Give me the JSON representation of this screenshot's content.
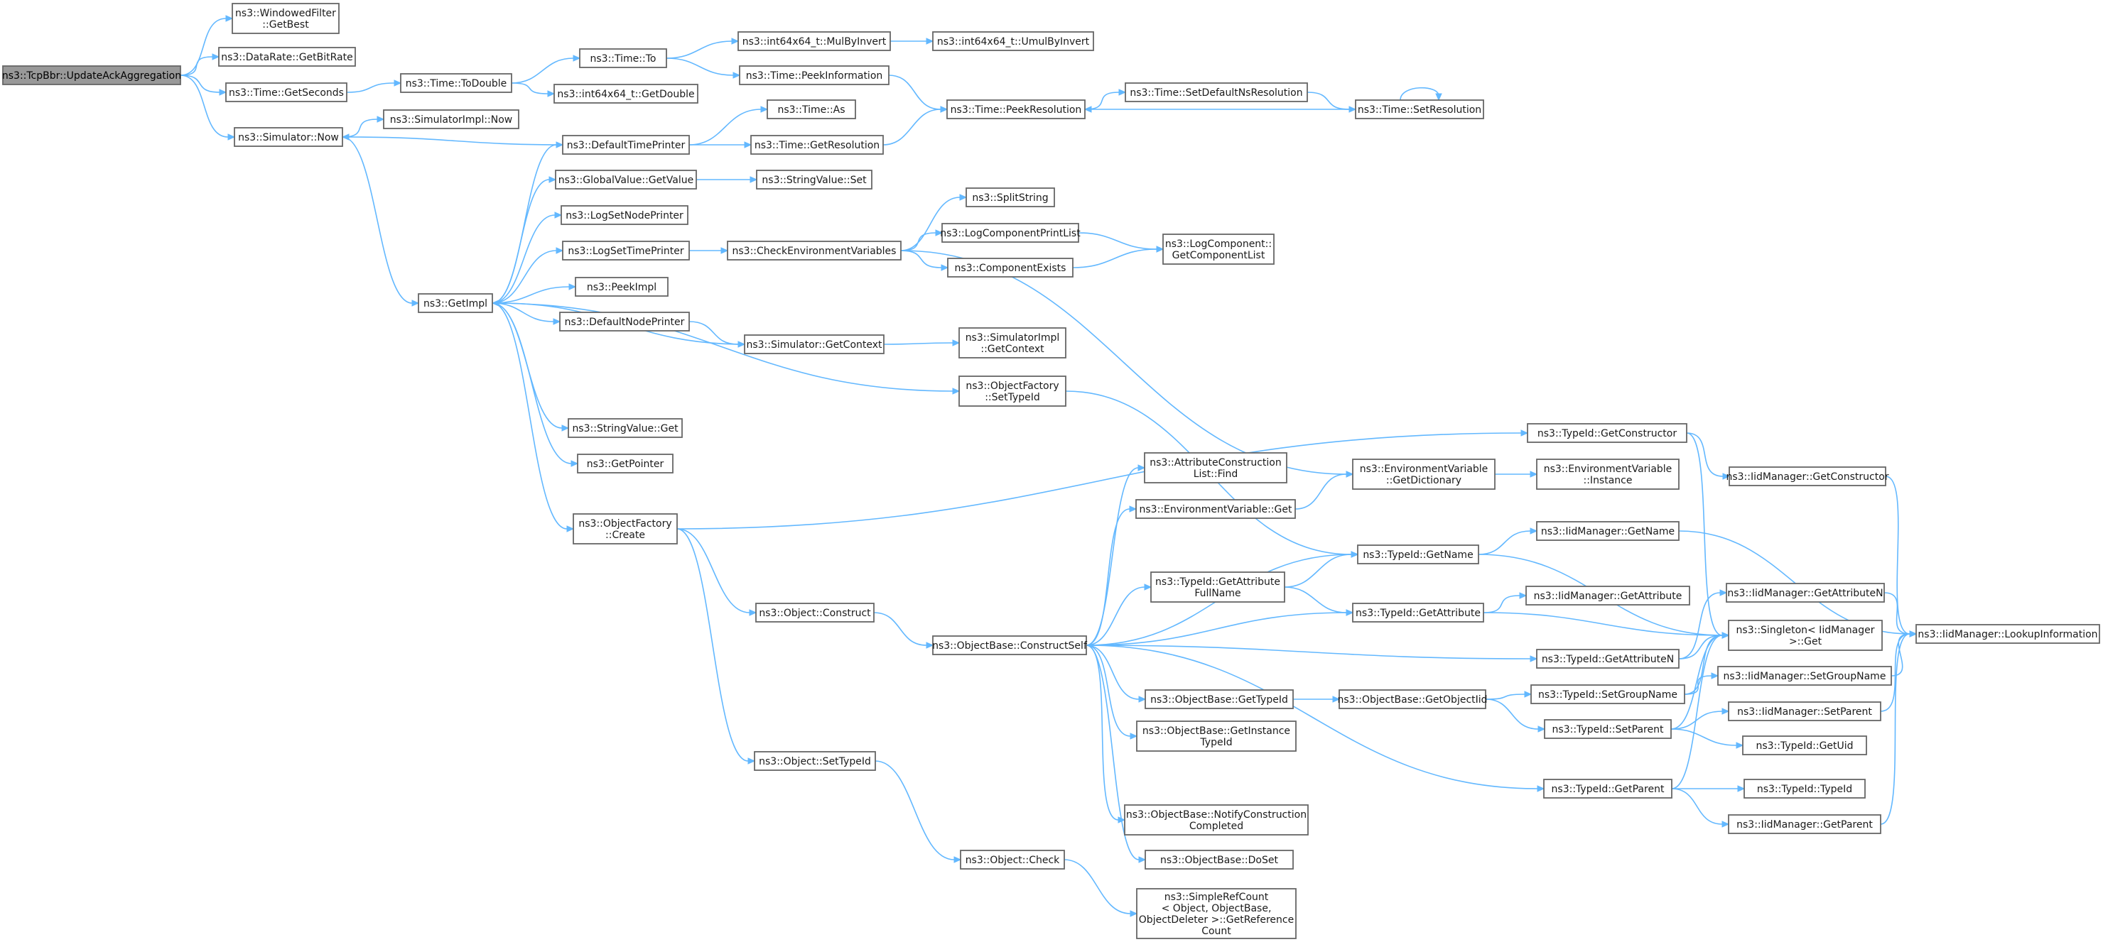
{
  "graph": {
    "title": "",
    "edge_color": "#63b8ff",
    "node_border_color": "#666666",
    "root_fill_color": "#999999",
    "nodes": [
      {
        "id": "root",
        "lines": [
          "ns3::TcpBbr::UpdateAckAggregation"
        ],
        "root": true
      },
      {
        "id": "wf",
        "lines": [
          "ns3::WindowedFilter",
          "::GetBest"
        ]
      },
      {
        "id": "dr",
        "lines": [
          "ns3::DataRate::GetBitRate"
        ]
      },
      {
        "id": "tgs",
        "lines": [
          "ns3::Time::GetSeconds"
        ]
      },
      {
        "id": "snow",
        "lines": [
          "ns3::Simulator::Now"
        ]
      },
      {
        "id": "ttd",
        "lines": [
          "ns3::Time::ToDouble"
        ]
      },
      {
        "id": "tto",
        "lines": [
          "ns3::Time::To"
        ]
      },
      {
        "id": "i64gd",
        "lines": [
          "ns3::int64x64_t::GetDouble"
        ]
      },
      {
        "id": "i64mul",
        "lines": [
          "ns3::int64x64_t::MulByInvert"
        ]
      },
      {
        "id": "i64umul",
        "lines": [
          "ns3::int64x64_t::UmulByInvert"
        ]
      },
      {
        "id": "tpi",
        "lines": [
          "ns3::Time::PeekInformation"
        ]
      },
      {
        "id": "tpr",
        "lines": [
          "ns3::Time::PeekResolution"
        ]
      },
      {
        "id": "tsdnr",
        "lines": [
          "ns3::Time::SetDefaultNsResolution"
        ]
      },
      {
        "id": "tsr",
        "lines": [
          "ns3::Time::SetResolution"
        ]
      },
      {
        "id": "tas",
        "lines": [
          "ns3::Time::As"
        ]
      },
      {
        "id": "simplnow",
        "lines": [
          "ns3::SimulatorImpl::Now"
        ]
      },
      {
        "id": "dtp",
        "lines": [
          "ns3::DefaultTimePrinter"
        ]
      },
      {
        "id": "tgr",
        "lines": [
          "ns3::Time::GetResolution"
        ]
      },
      {
        "id": "gvgv",
        "lines": [
          "ns3::GlobalValue::GetValue"
        ]
      },
      {
        "id": "svset",
        "lines": [
          "ns3::StringValue::Set"
        ]
      },
      {
        "id": "lsnp",
        "lines": [
          "ns3::LogSetNodePrinter"
        ]
      },
      {
        "id": "lstp",
        "lines": [
          "ns3::LogSetTimePrinter"
        ]
      },
      {
        "id": "cev",
        "lines": [
          "ns3::CheckEnvironmentVariables"
        ]
      },
      {
        "id": "split",
        "lines": [
          "ns3::SplitString"
        ]
      },
      {
        "id": "lcpl",
        "lines": [
          "ns3::LogComponentPrintList"
        ]
      },
      {
        "id": "lcgcl",
        "lines": [
          "ns3::LogComponent::",
          "GetComponentList"
        ]
      },
      {
        "id": "ce",
        "lines": [
          "ns3::ComponentExists"
        ]
      },
      {
        "id": "getimpl",
        "lines": [
          "ns3::GetImpl"
        ]
      },
      {
        "id": "peekimpl",
        "lines": [
          "ns3::PeekImpl"
        ]
      },
      {
        "id": "dnp",
        "lines": [
          "ns3::DefaultNodePrinter"
        ]
      },
      {
        "id": "sgc",
        "lines": [
          "ns3::Simulator::GetContext"
        ]
      },
      {
        "id": "simplgc",
        "lines": [
          "ns3::SimulatorImpl",
          "::GetContext"
        ]
      },
      {
        "id": "ofsti",
        "lines": [
          "ns3::ObjectFactory",
          "::SetTypeId"
        ]
      },
      {
        "id": "svget",
        "lines": [
          "ns3::StringValue::Get"
        ]
      },
      {
        "id": "gp",
        "lines": [
          "ns3::GetPointer"
        ]
      },
      {
        "id": "tigc",
        "lines": [
          "ns3::TypeId::GetConstructor"
        ]
      },
      {
        "id": "imgc",
        "lines": [
          "ns3::IidManager::GetConstructor"
        ]
      },
      {
        "id": "acl",
        "lines": [
          "ns3::AttributeConstruction",
          "List::Find"
        ]
      },
      {
        "id": "evgd",
        "lines": [
          "ns3::EnvironmentVariable",
          "::GetDictionary"
        ]
      },
      {
        "id": "evi",
        "lines": [
          "ns3::EnvironmentVariable",
          "::Instance"
        ]
      },
      {
        "id": "ofc",
        "lines": [
          "ns3::ObjectFactory",
          "::Create"
        ]
      },
      {
        "id": "evget",
        "lines": [
          "ns3::EnvironmentVariable::Get"
        ]
      },
      {
        "id": "tign",
        "lines": [
          "ns3::TypeId::GetName"
        ]
      },
      {
        "id": "imgn",
        "lines": [
          "ns3::IidManager::GetName"
        ]
      },
      {
        "id": "tigafn",
        "lines": [
          "ns3::TypeId::GetAttribute",
          "FullName"
        ]
      },
      {
        "id": "tiga",
        "lines": [
          "ns3::TypeId::GetAttribute"
        ]
      },
      {
        "id": "imga",
        "lines": [
          "ns3::IidManager::GetAttribute"
        ]
      },
      {
        "id": "oc",
        "lines": [
          "ns3::Object::Construct"
        ]
      },
      {
        "id": "imgan",
        "lines": [
          "ns3::IidManager::GetAttributeN"
        ]
      },
      {
        "id": "sget",
        "lines": [
          "ns3::Singleton< IidManager",
          " >::Get"
        ]
      },
      {
        "id": "imli",
        "lines": [
          "ns3::IidManager::LookupInformation"
        ]
      },
      {
        "id": "obcs",
        "lines": [
          "ns3::ObjectBase::ConstructSelf"
        ]
      },
      {
        "id": "tigan",
        "lines": [
          "ns3::TypeId::GetAttributeN"
        ]
      },
      {
        "id": "obgti",
        "lines": [
          "ns3::ObjectBase::GetTypeId"
        ]
      },
      {
        "id": "obgoi",
        "lines": [
          "ns3::ObjectBase::GetObjectIid"
        ]
      },
      {
        "id": "tisgn",
        "lines": [
          "ns3::TypeId::SetGroupName"
        ]
      },
      {
        "id": "imsgn",
        "lines": [
          "ns3::IidManager::SetGroupName"
        ]
      },
      {
        "id": "imsp",
        "lines": [
          "ns3::IidManager::SetParent"
        ]
      },
      {
        "id": "tisp",
        "lines": [
          "ns3::TypeId::SetParent"
        ]
      },
      {
        "id": "tigu",
        "lines": [
          "ns3::TypeId::GetUid"
        ]
      },
      {
        "id": "obgiti",
        "lines": [
          "ns3::ObjectBase::GetInstance",
          "TypeId"
        ]
      },
      {
        "id": "osti",
        "lines": [
          "ns3::Object::SetTypeId"
        ]
      },
      {
        "id": "tigp",
        "lines": [
          "ns3::TypeId::GetParent"
        ]
      },
      {
        "id": "titi",
        "lines": [
          "ns3::TypeId::TypeId"
        ]
      },
      {
        "id": "imgp",
        "lines": [
          "ns3::IidManager::GetParent"
        ]
      },
      {
        "id": "obnc",
        "lines": [
          "ns3::ObjectBase::NotifyConstruction",
          "Completed"
        ]
      },
      {
        "id": "obds",
        "lines": [
          "ns3::ObjectBase::DoSet"
        ]
      },
      {
        "id": "ochk",
        "lines": [
          "ns3::Object::Check"
        ]
      },
      {
        "id": "src",
        "lines": [
          "ns3::SimpleRefCount",
          "< Object, ObjectBase,",
          " ObjectDeleter >::GetReference",
          "Count"
        ]
      }
    ]
  }
}
